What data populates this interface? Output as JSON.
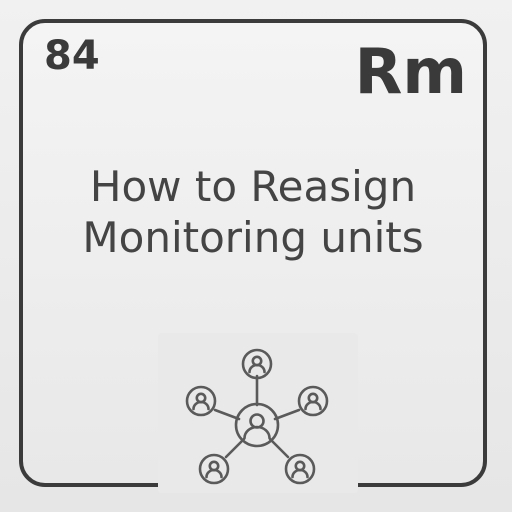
{
  "tile": {
    "number": "84",
    "symbol": "Rm",
    "title_lines": [
      "How to Reasign",
      "Monitoring units"
    ]
  },
  "icon": {
    "name": "network-users-icon",
    "color": "#5a5a5a"
  },
  "colors": {
    "border": "#3b3b3b",
    "text": "#444444",
    "background": "#eeeeee"
  }
}
